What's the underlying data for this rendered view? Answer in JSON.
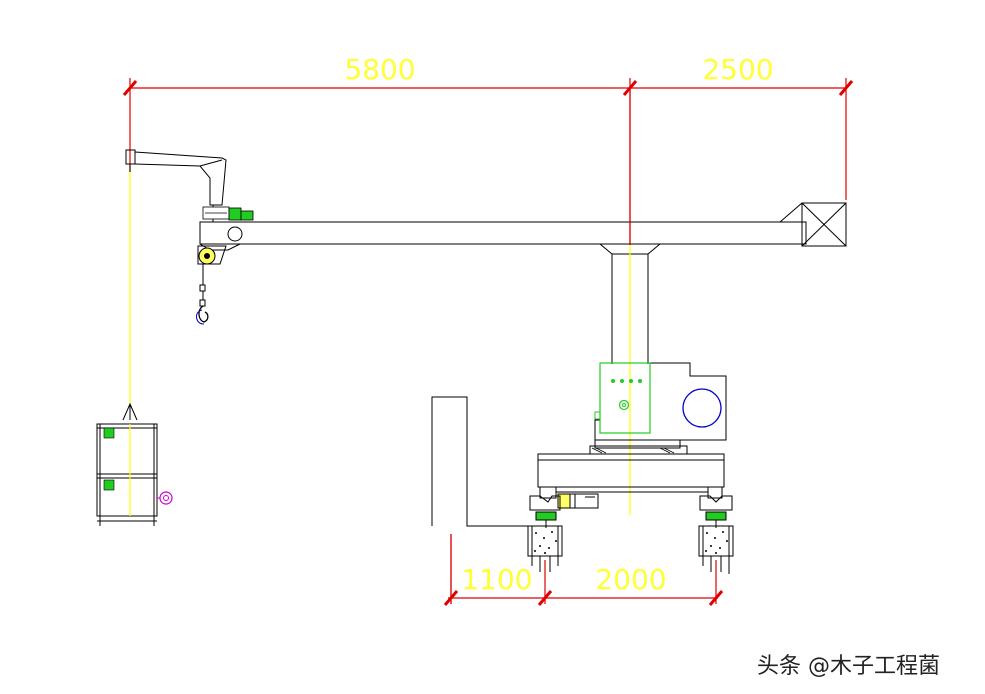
{
  "dimensions": {
    "top_left": "5800",
    "top_right": "2500",
    "bottom_left": "1100",
    "bottom_right": "2000"
  },
  "watermark": "头条 @木子工程菌",
  "colors": {
    "line": "#000000",
    "dimension_line": "#e00000",
    "dimension_text": "#ffff33",
    "rope": "#ffff00",
    "accent_green": "#00cc00",
    "accent_blue": "#0000cc",
    "accent_magenta": "#cc00cc",
    "background": "#ffffff"
  }
}
